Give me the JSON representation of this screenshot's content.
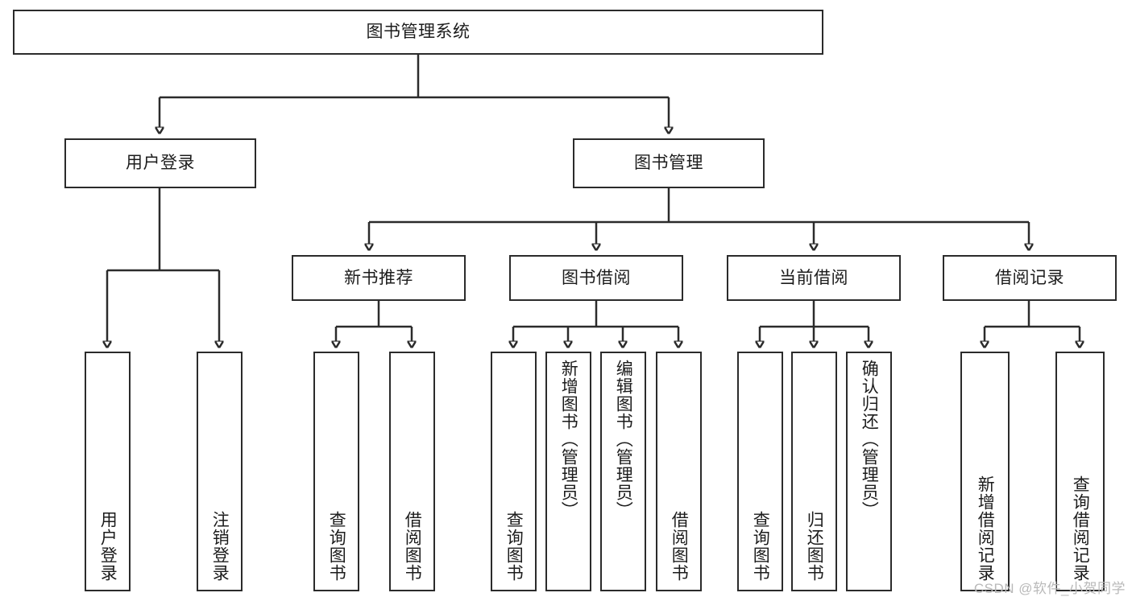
{
  "diagram": {
    "type": "tree-hierarchy",
    "title": "图书管理系统",
    "watermark": "CSDN @软件_小贺同学",
    "colors": {
      "stroke": "#2b2b2b",
      "background": "#ffffff",
      "text": "#1c1c1c",
      "watermark": "#b9b9b9"
    },
    "root": {
      "label": "图书管理系统"
    },
    "level2": [
      {
        "label": "用户登录"
      },
      {
        "label": "图书管理"
      }
    ],
    "level3": [
      {
        "label": "新书推荐"
      },
      {
        "label": "图书借阅"
      },
      {
        "label": "当前借阅"
      },
      {
        "label": "借阅记录"
      }
    ],
    "leaves": {
      "user_login": [
        {
          "label": "用户登录"
        },
        {
          "label": "注销登录"
        }
      ],
      "new_book_recommend": [
        {
          "label": "查询图书"
        },
        {
          "label": "借阅图书"
        }
      ],
      "book_borrow": [
        {
          "label": "查询图书"
        },
        {
          "label": "新增图书（管理员）"
        },
        {
          "label": "编辑图书（管理员）"
        },
        {
          "label": "借阅图书"
        }
      ],
      "current_borrow": [
        {
          "label": "查询图书"
        },
        {
          "label": "归还图书"
        },
        {
          "label": "确认归还（管理员）"
        }
      ],
      "borrow_record": [
        {
          "label": "新增借阅记录"
        },
        {
          "label": "查询借阅记录"
        }
      ]
    }
  }
}
